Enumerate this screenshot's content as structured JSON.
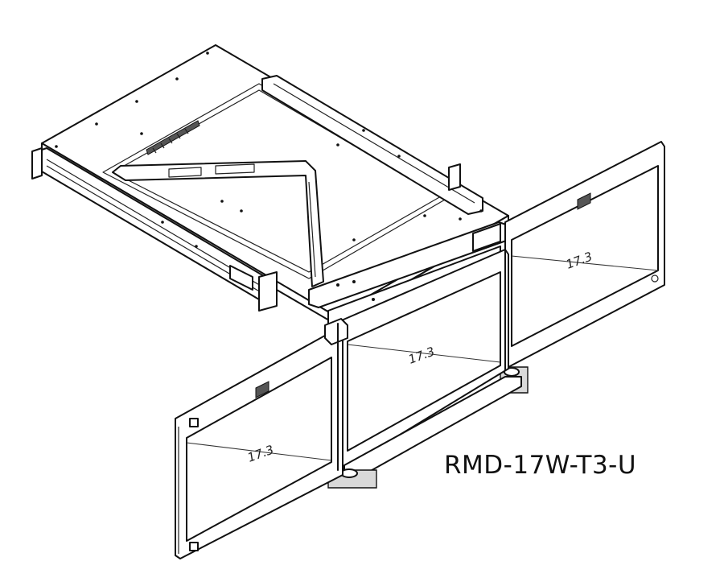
{
  "model_label": "RMD-17W-T3-U",
  "screens": {
    "left": {
      "size_label": "17.3"
    },
    "center": {
      "size_label": "17.3"
    },
    "right": {
      "size_label": "17.3"
    }
  }
}
